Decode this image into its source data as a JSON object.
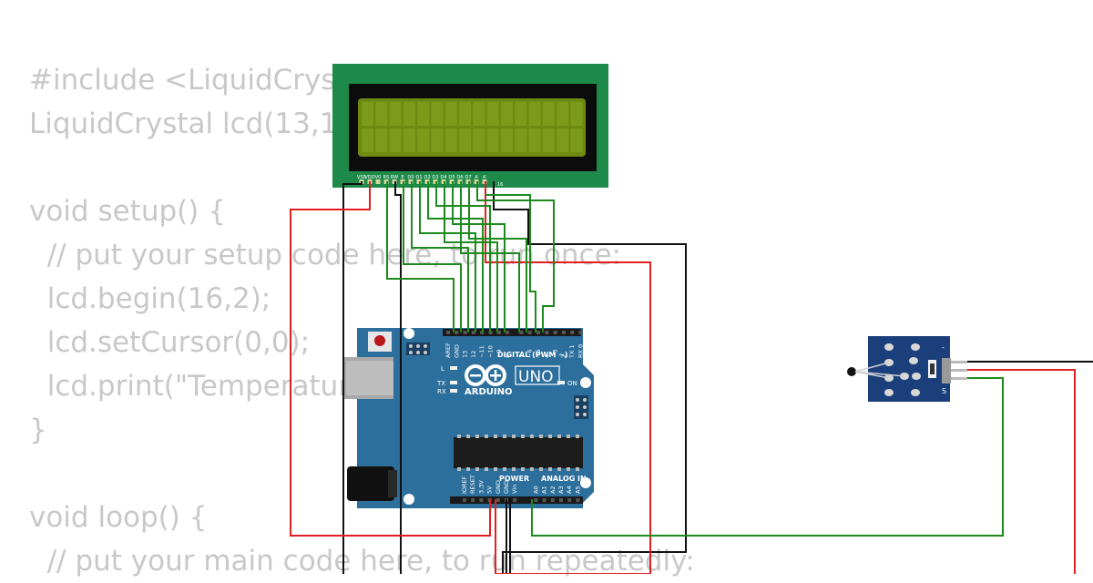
{
  "code_lines": [
    "#include <LiquidCrystal.h>",
    "LiquidCrystal lcd(13,12,11,10,9,8);",
    "",
    "void setup() {",
    "  // put your setup code here, to run once:",
    "  lcd.begin(16,2);",
    "  lcd.setCursor(0,0);",
    "  lcd.print(\"Temperature\");",
    "}",
    "",
    "void loop() {",
    "  // put your main code here, to run repeatedly:"
  ],
  "lcd": {
    "pin_labels": [
      "VSS",
      "VDD",
      "V0",
      "RS",
      "RW",
      "E",
      "D0",
      "D1",
      "D2",
      "D3",
      "D4",
      "D5",
      "D6",
      "D7",
      "A",
      "K"
    ],
    "pin_count_label": "16"
  },
  "arduino": {
    "brand": "ARDUINO",
    "model": "UNO",
    "digital_label": "DIGITAL (PWM ~)",
    "power_label": "POWER",
    "analog_label": "ANALOG IN",
    "on_label": "ON",
    "tx_label": "TX",
    "rx_label": "RX",
    "l_label": "L",
    "top_pins": [
      "AREF",
      "GND",
      "13",
      "12",
      "~11",
      "~10",
      "~9",
      "8",
      "7",
      "~6",
      "~5",
      "4",
      "~3",
      "2",
      "TX 1",
      "RX 0"
    ],
    "power_pins": [
      "IOREF",
      "RESET",
      "3.3V",
      "5V",
      "GND",
      "GND",
      "Vin"
    ],
    "analog_pins": [
      "A0",
      "A1",
      "A2",
      "A3",
      "A4",
      "A5"
    ]
  },
  "sensor": {
    "pin_labels": [
      "-",
      "",
      "S"
    ]
  },
  "colors": {
    "board": "#2c6e9c",
    "lcd_pcb": "#1e8a4a",
    "lcd_screen": "#6e8a10",
    "wire_red": "#e02020",
    "wire_black": "#111111",
    "wire_green": "#1d8a1d",
    "sensor_board": "#1b3f7a"
  }
}
